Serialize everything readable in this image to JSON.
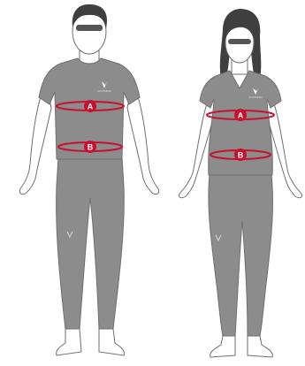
{
  "figures": [
    {
      "name": "male-figure",
      "brand_text": "CLOTHING",
      "markers": [
        {
          "label": "A",
          "meaning": "chest"
        },
        {
          "label": "B",
          "meaning": "waist"
        }
      ]
    },
    {
      "name": "female-figure",
      "brand_text": "CLOTHING",
      "markers": [
        {
          "label": "A",
          "meaning": "chest"
        },
        {
          "label": "B",
          "meaning": "waist"
        }
      ]
    }
  ],
  "colors": {
    "skin": "#ffffff",
    "outline": "#6f6f6f",
    "garment": "#8c8c8c",
    "garment_dark": "#6e6e6e",
    "hair": "#3f3f3f",
    "measure": "#c8102e"
  }
}
